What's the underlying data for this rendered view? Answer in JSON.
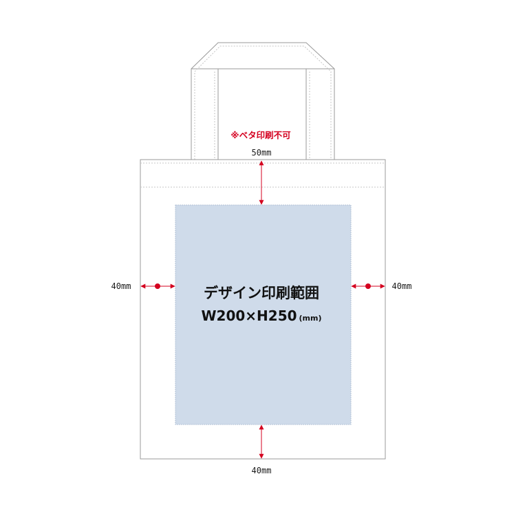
{
  "note_no_solid_print": "※ベタ印刷不可",
  "print_area": {
    "title": "デザイン印刷範囲",
    "size": "W200×H250",
    "unit": "(mm)"
  },
  "margins": {
    "top": "50mm",
    "left": "40mm",
    "right": "40mm",
    "bottom": "40mm"
  },
  "colors": {
    "print_area_fill": "#cfdbea",
    "arrow": "#d4001f",
    "outline": "#9a9a9a"
  }
}
